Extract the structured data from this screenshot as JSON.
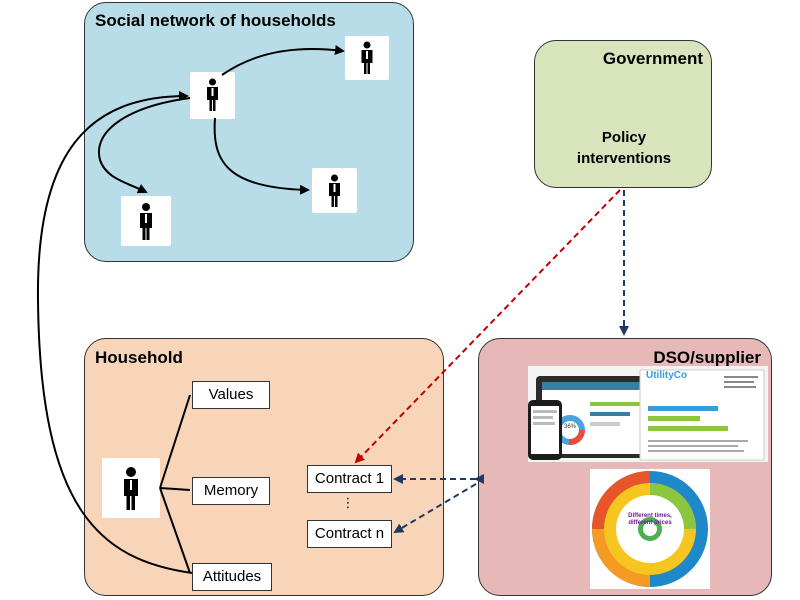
{
  "panels": {
    "social_title": "Social network of households",
    "government_title": "Government",
    "policy_text_line1": "Policy",
    "policy_text_line2": "interventions",
    "household_title": "Household",
    "dso_title": "DSO/supplier"
  },
  "household_items": {
    "values": "Values",
    "memory": "Memory",
    "attitudes": "Attitudes"
  },
  "contracts": {
    "first": "Contract 1",
    "ellipsis": "⋮",
    "last": "Contract n"
  },
  "dso_images": {
    "report_brand": "UtilityCo",
    "report_percent": "36%",
    "plan_title": "Different times, different prices"
  },
  "colors": {
    "social_bg": "#b8dde8",
    "government_bg": "#d8e4bc",
    "household_bg": "#f8d5b9",
    "dso_bg": "#e6b9b8",
    "policy_arrow": "#c00000",
    "contract_arrow": "#1f3864"
  }
}
